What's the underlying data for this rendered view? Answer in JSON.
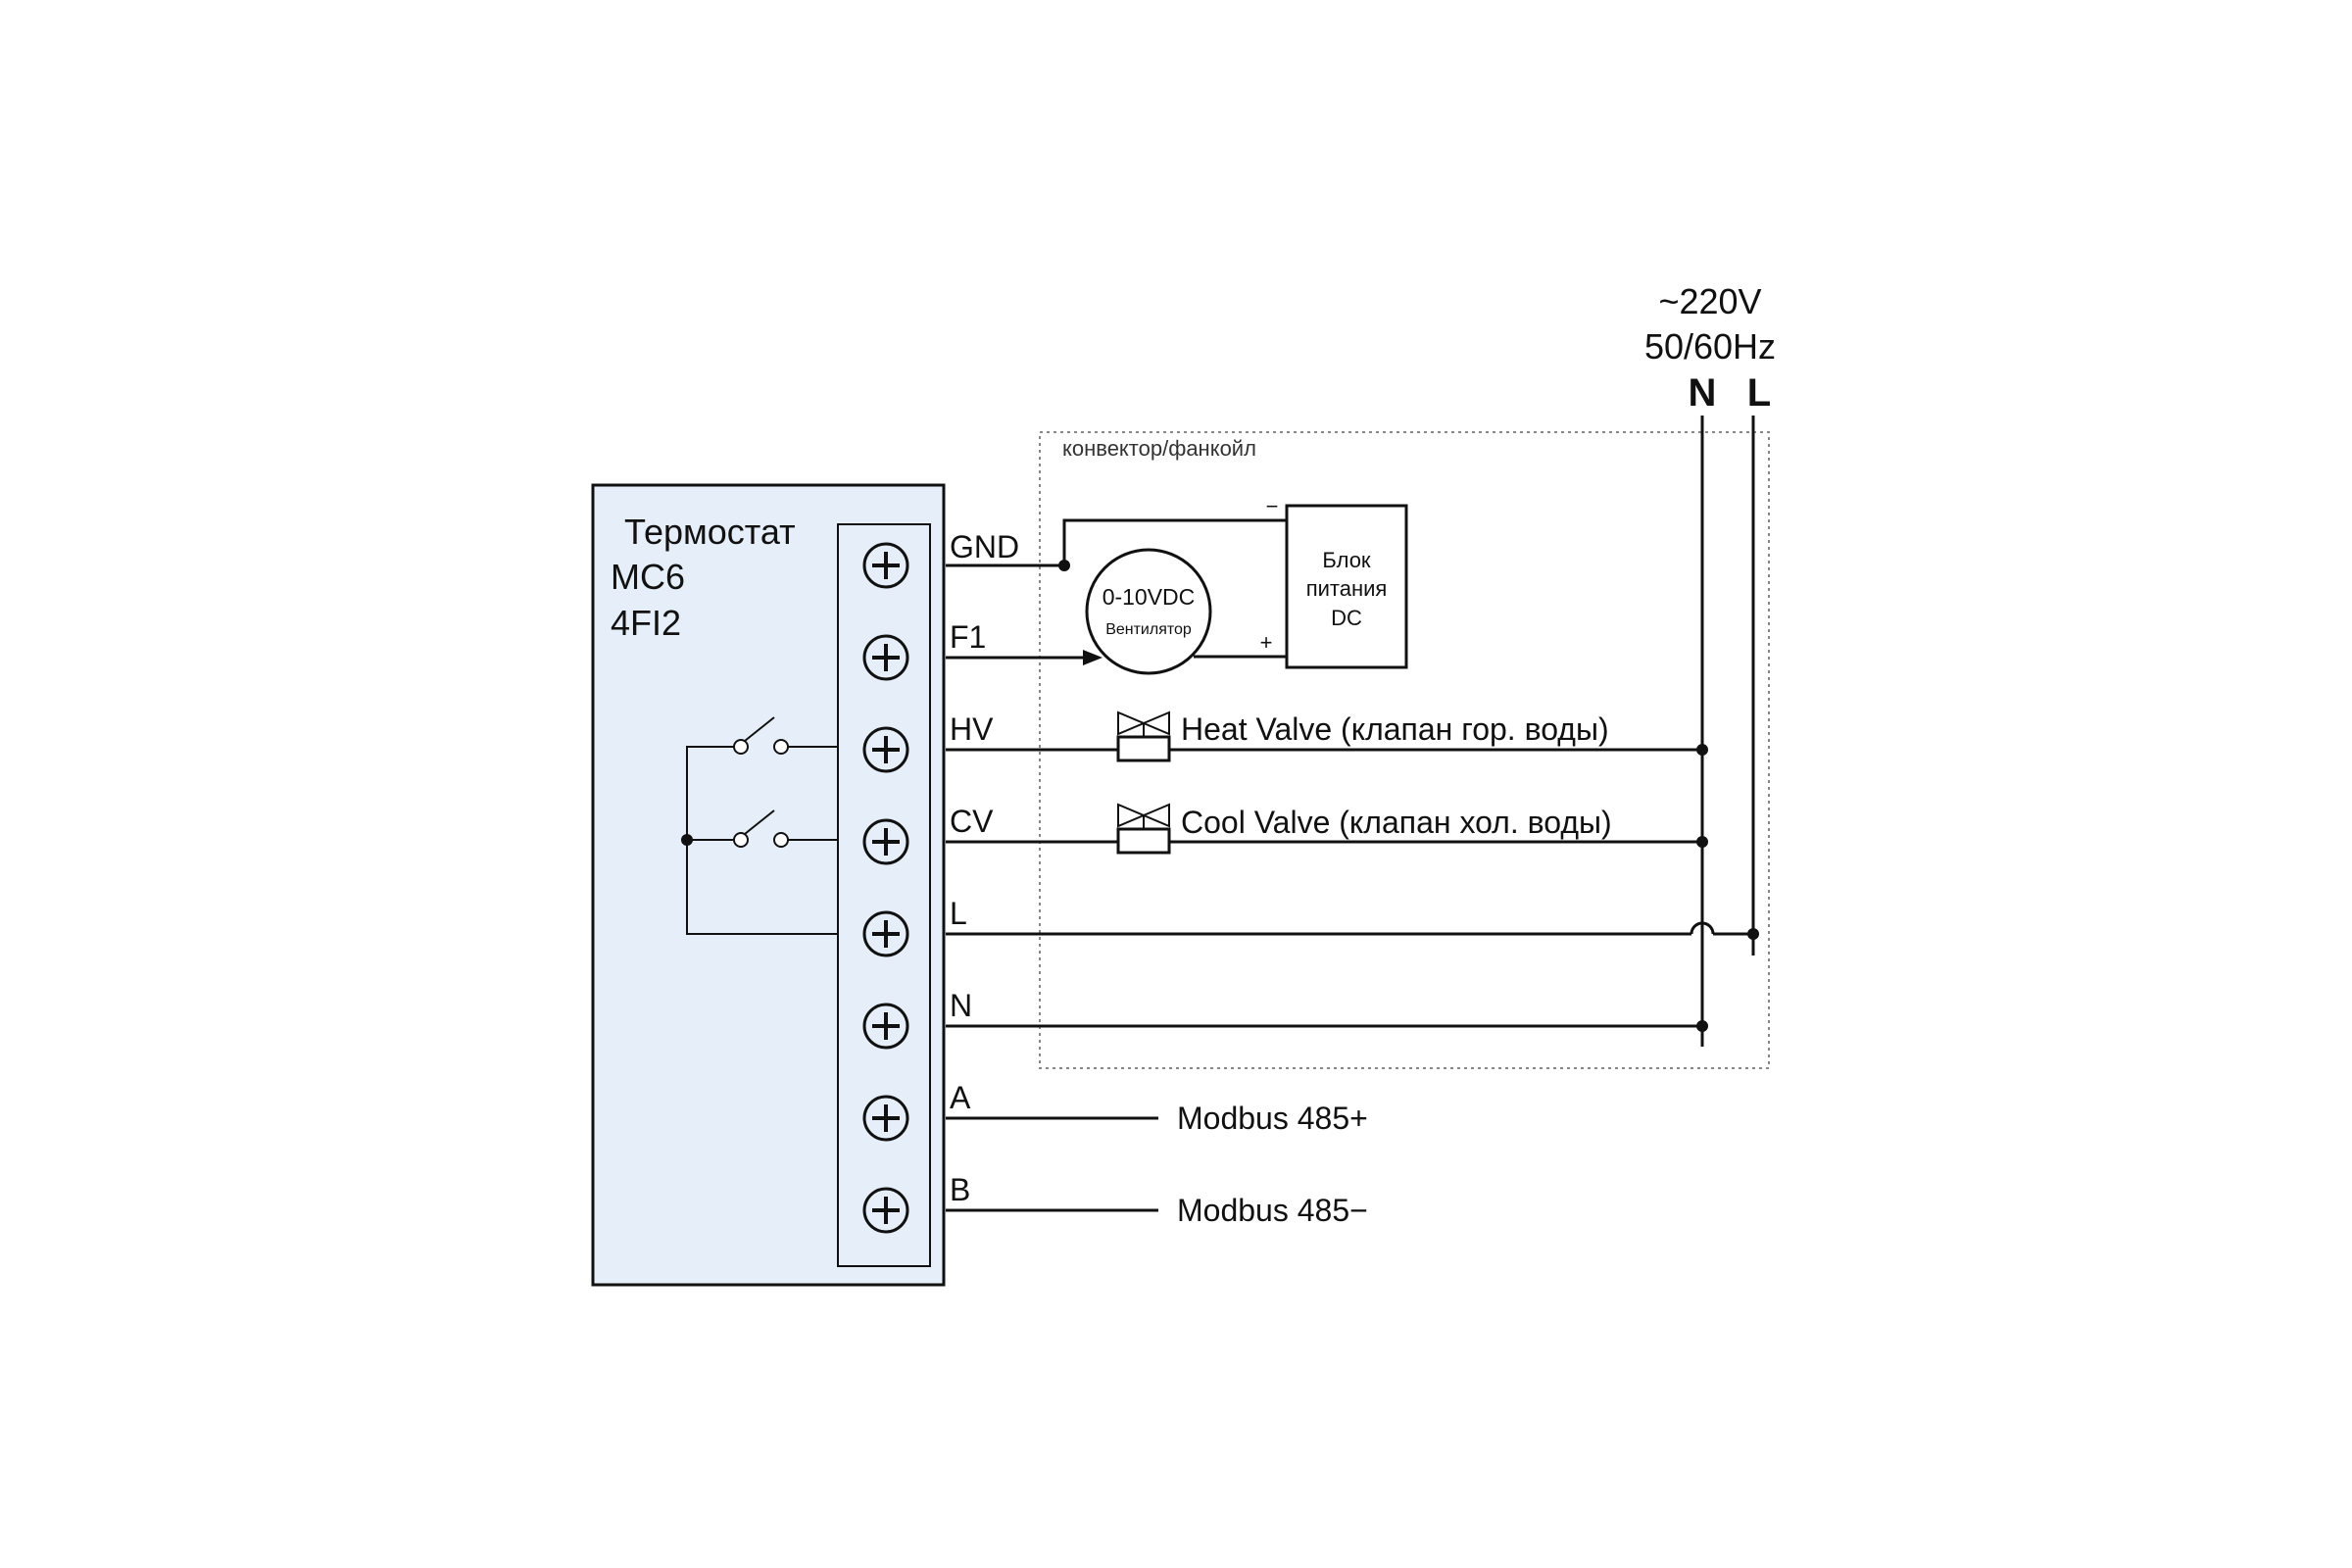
{
  "supply": {
    "voltage": "~220V",
    "frequency": "50/60Hz",
    "n_label": "N",
    "l_label": "L"
  },
  "unit_box": {
    "label": "конвектор/фанкойл"
  },
  "thermostat": {
    "title_line1": "Термостат",
    "title_line2": "MC6",
    "title_line3": "4FI2",
    "fill_color": "#e6eef9",
    "terminals": [
      "GND",
      "F1",
      "HV",
      "CV",
      "L",
      "N",
      "A",
      "B"
    ]
  },
  "fan": {
    "label": "0-10VDC",
    "sublabel": "Вентилятор"
  },
  "psu": {
    "line1": "Блок",
    "line2": "питания",
    "line3": "DC",
    "minus": "−",
    "plus": "+"
  },
  "valves": {
    "heat": "Heat Valve (клапан гор. воды)",
    "cool": "Cool Valve (клапан хол. воды)"
  },
  "modbus": {
    "a": "Modbus 485+",
    "b": "Modbus 485−"
  }
}
